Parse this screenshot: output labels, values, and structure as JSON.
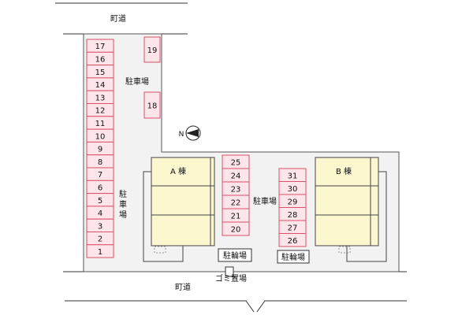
{
  "roads": {
    "top": "町道",
    "bottom": "町道"
  },
  "parking_labels": {
    "left": "駐\n車\n場",
    "upper": "駐車場",
    "middle": "駐車場"
  },
  "buildings": {
    "a": "A 棟",
    "b": "B 棟"
  },
  "bike_parking": {
    "left": "駐輪場",
    "right": "駐輪場"
  },
  "garbage": "ゴミ置場",
  "compass": {
    "north_letter": "N"
  },
  "stalls": {
    "left_column": [
      "17",
      "16",
      "15",
      "14",
      "13",
      "12",
      "11",
      "10",
      "9",
      "8",
      "7",
      "6",
      "5",
      "4",
      "3",
      "2",
      "1"
    ],
    "upper_single": [
      "19",
      "18"
    ],
    "center_column": [
      "25",
      "24",
      "23",
      "22",
      "21",
      "20"
    ],
    "right_column": [
      "31",
      "30",
      "29",
      "28",
      "27",
      "26"
    ]
  },
  "colors": {
    "stall_border": "#d9506a",
    "stall_fill": "#fde5ea",
    "lot_fill": "#f2f2f2",
    "building_fill": "#fbf7cf",
    "building_border": "#444444",
    "line": "#333333"
  }
}
